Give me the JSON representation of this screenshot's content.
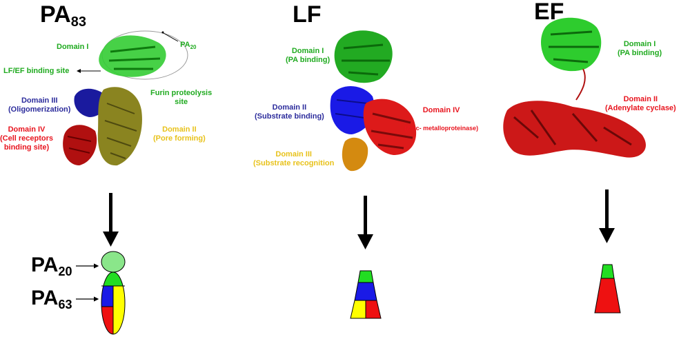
{
  "titles": {
    "pa83": {
      "main": "PA",
      "sub": "83"
    },
    "lf": "LF",
    "ef": "EF"
  },
  "pa83_labels": {
    "pa20": {
      "main": "PA",
      "sub": "20"
    },
    "domain1": "Domain I",
    "lfef": "LF/EF binding site",
    "furin": "Furin proteolysis\nsite",
    "domain3": "Domain III\n(Oligomerization)",
    "domain4": "Domain IV\n(Cell receptors\nbinding site)",
    "domain2": "Domain II\n(Pore forming)"
  },
  "lf_labels": {
    "domain1": "Domain I\n(PA binding)",
    "domain4": "Domain IV",
    "domain4_sub": "(Zinc- metalloproteinase)",
    "domain2": "Domain II\n(Substrate binding)",
    "domain3": "Domain III\n(Substrate recognition"
  },
  "ef_labels": {
    "domain1": "Domain I\n(PA binding)",
    "domain2": "Domain II\n(Adenylate cyclase)"
  },
  "schematic": {
    "pa20": {
      "main": "PA",
      "sub": "20"
    },
    "pa63": {
      "main": "PA",
      "sub": "63"
    }
  },
  "colors": {
    "green": "#22dd22",
    "light_green": "#8ae68a",
    "blue": "#1a1ae6",
    "red": "#ee1111",
    "yellow": "#ffff00",
    "olive": "#8a8420",
    "dark_red": "#b01010",
    "dark_blue": "#1a1a9e"
  }
}
